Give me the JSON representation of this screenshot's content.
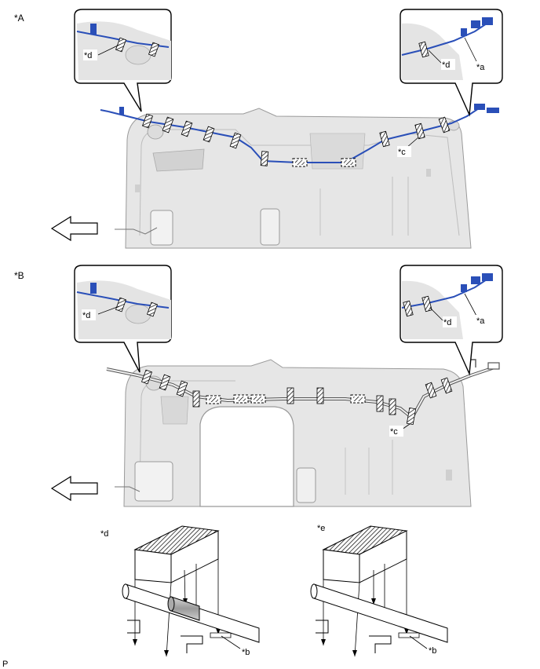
{
  "sections": {
    "a": {
      "label": "*A"
    },
    "b": {
      "label": "*B"
    }
  },
  "callouts": {
    "a": "*a",
    "b": "*b",
    "c": "*c",
    "d": "*d",
    "e": "*e"
  },
  "details": {
    "d": {
      "label": "*d"
    },
    "e": {
      "label": "*e"
    }
  },
  "footer": {
    "code": "P"
  },
  "colors": {
    "harness_blue": "#2a4fb8",
    "panel_gray": "#e4e4e4",
    "outline": "#000000"
  },
  "icons": {
    "front_arrow": "arrow-left-outline-icon"
  }
}
